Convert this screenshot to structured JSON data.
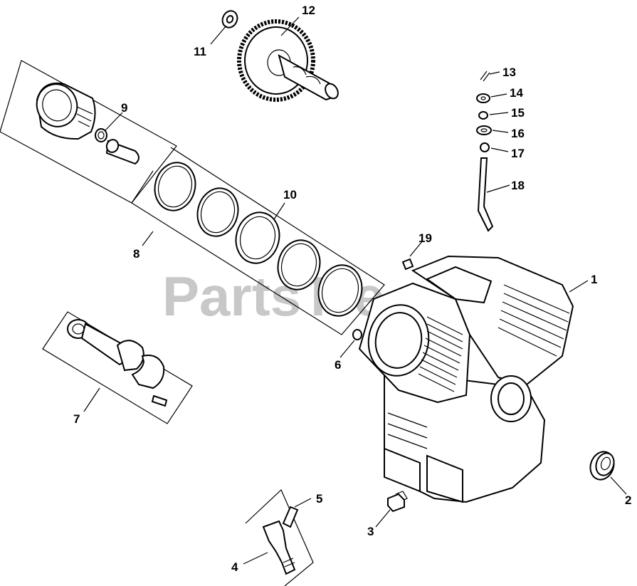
{
  "watermark": "PartsTre",
  "callouts": {
    "c1": "1",
    "c2": "2",
    "c3": "3",
    "c4": "4",
    "c5": "5",
    "c6": "6",
    "c7": "7",
    "c8": "8",
    "c9": "9",
    "c10": "10",
    "c11": "11",
    "c12": "12",
    "c13": "13",
    "c14": "14",
    "c15": "15",
    "c16": "16",
    "c17": "17",
    "c18": "18",
    "c19": "19"
  }
}
